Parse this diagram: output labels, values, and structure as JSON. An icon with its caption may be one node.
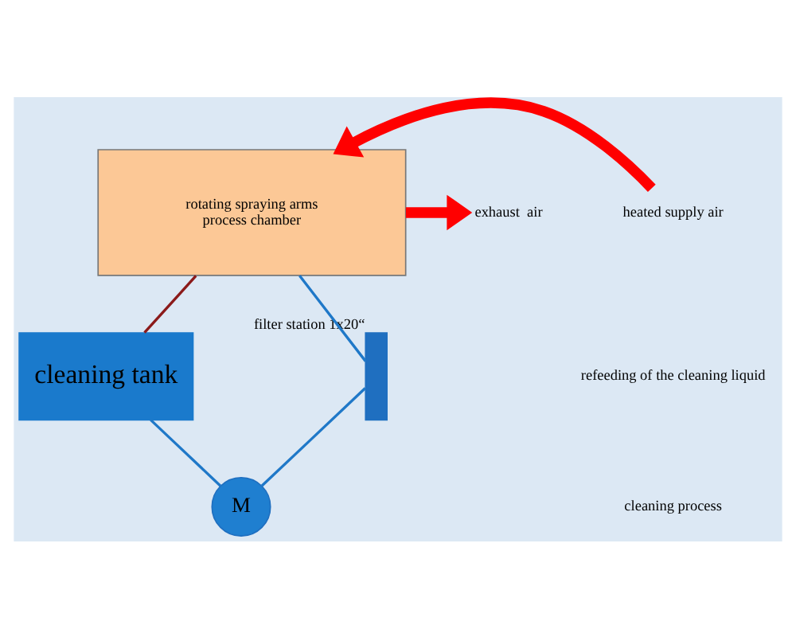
{
  "diagram": {
    "nodes": [
      {
        "text": [
          "rotating spraying arms",
          "process chamber"
        ]
      },
      {
        "text": [],
        "shape": "bar",
        "beside": [
          "filter station 1x20“"
        ]
      },
      {
        "text": [
          "M"
        ]
      },
      {
        "text": [
          "cleaning tank"
        ]
      },
      {
        "text": [
          "exhaust  air"
        ]
      },
      {
        "text": [
          "heated supply air"
        ]
      }
    ],
    "edges": [
      {
        "from": 0,
        "to": 3,
        "arrow": "none",
        "color": "#8b1a1a"
      },
      {
        "from": 3,
        "to": 2,
        "arrow": "none"
      },
      {
        "from": 2,
        "to": 1,
        "arrow": "none"
      },
      {
        "from": 1,
        "to": 0,
        "arrow": "none"
      },
      {
        "from": 0,
        "to": 4,
        "arrow": "to",
        "style": "thick",
        "color": "#ff0000"
      },
      {
        "from": 5,
        "to": 0,
        "arrow": "to",
        "style": "thick",
        "color": "#ff0000"
      }
    ],
    "legend": [
      {
        "text": "refeeding of the cleaning liquid"
      },
      {
        "text": "cleaning process"
      }
    ]
  }
}
